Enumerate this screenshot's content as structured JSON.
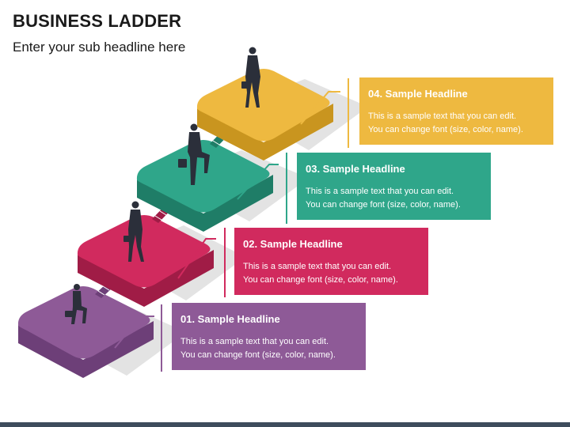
{
  "header": {
    "title": "BUSINESS LADDER",
    "subtitle": "Enter your sub headline here"
  },
  "steps": [
    {
      "headline": "01. Sample Headline",
      "line1": "This is a sample text that you can edit.",
      "line2": "You can change font (size, color, name).",
      "color": "#8e5a97",
      "dark": "#6d3f78"
    },
    {
      "headline": "02. Sample Headline",
      "line1": "This is a sample text that you can edit.",
      "line2": "You can change font (size, color, name).",
      "color": "#d12a5e",
      "dark": "#a01c46"
    },
    {
      "headline": "03. Sample Headline",
      "line1": "This is a sample text that you can edit.",
      "line2": "You can change font (size, color, name).",
      "color": "#2fa68a",
      "dark": "#1f7d67"
    },
    {
      "headline": "04. Sample Headline",
      "line1": "This is a sample text that you can edit.",
      "line2": "You can change font (size, color, name).",
      "color": "#eeb940",
      "dark": "#c9951f"
    }
  ],
  "colors": {
    "shadow": "#e3e3e3",
    "silhouette": "#2b2f3a",
    "footer_bar": "#3e4c5c"
  }
}
